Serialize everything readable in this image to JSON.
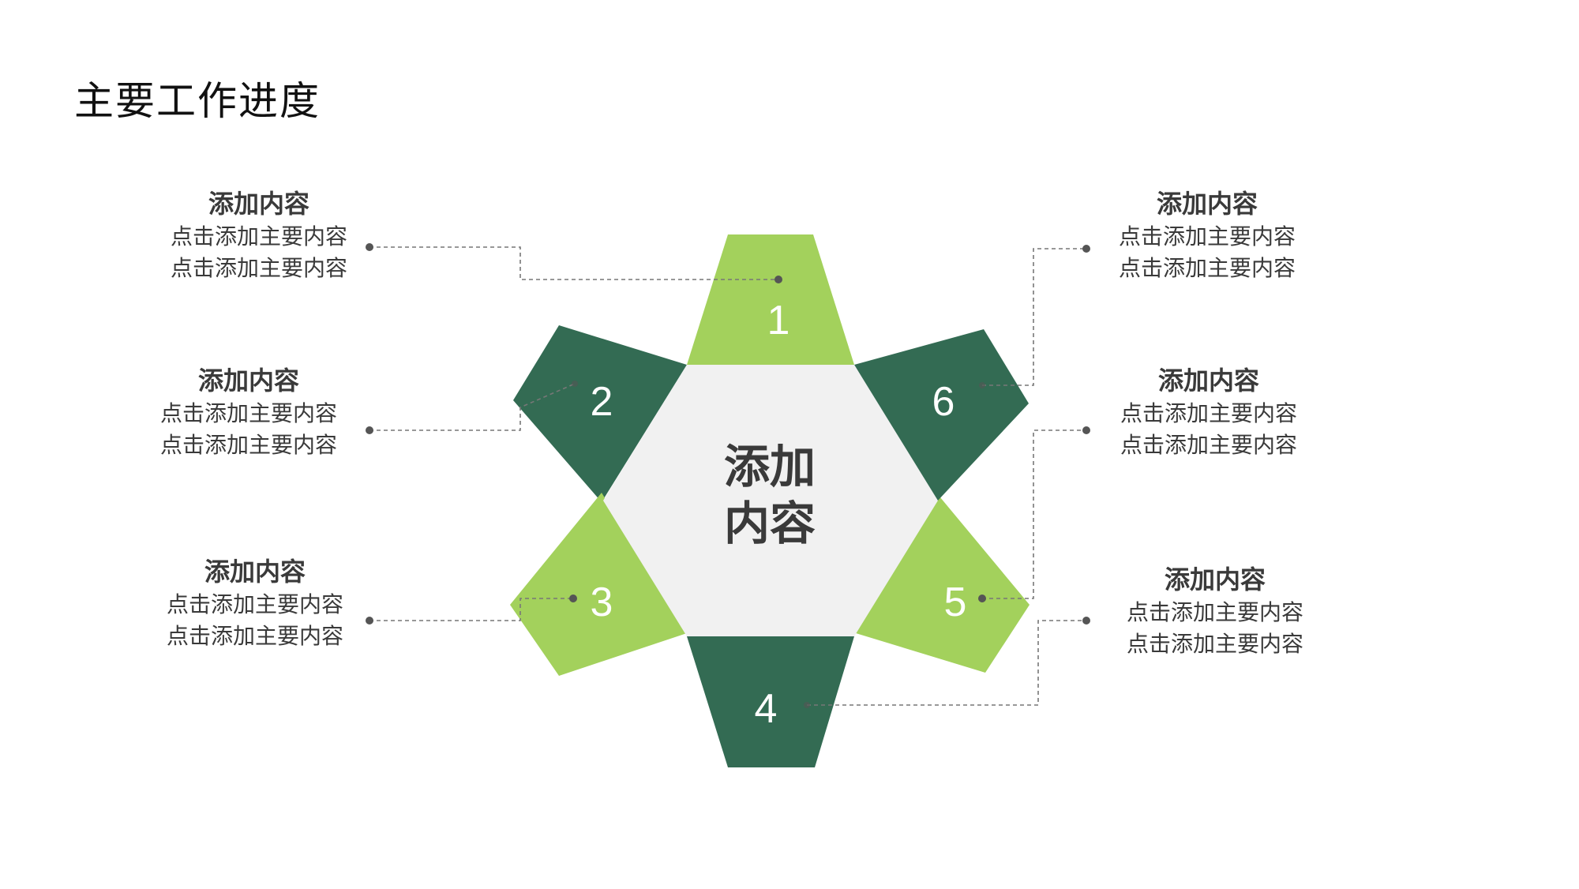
{
  "title": "主要工作进度",
  "center": {
    "line1": "添加",
    "line2": "内容"
  },
  "colors": {
    "light_green": "#a3d15c",
    "dark_green": "#336b53",
    "hex_fill": "#f1f1f1",
    "connector": "#666666"
  },
  "petals": [
    {
      "number": "1",
      "color": "light_green"
    },
    {
      "number": "2",
      "color": "dark_green"
    },
    {
      "number": "3",
      "color": "light_green"
    },
    {
      "number": "4",
      "color": "dark_green"
    },
    {
      "number": "5",
      "color": "light_green"
    },
    {
      "number": "6",
      "color": "dark_green"
    }
  ],
  "items": [
    {
      "heading": "添加内容",
      "line1": "点击添加主要内容",
      "line2": "点击添加主要内容"
    },
    {
      "heading": "添加内容",
      "line1": "点击添加主要内容",
      "line2": "点击添加主要内容"
    },
    {
      "heading": "添加内容",
      "line1": "点击添加主要内容",
      "line2": "点击添加主要内容"
    },
    {
      "heading": "添加内容",
      "line1": "点击添加主要内容",
      "line2": "点击添加主要内容"
    },
    {
      "heading": "添加内容",
      "line1": "点击添加主要内容",
      "line2": "点击添加主要内容"
    },
    {
      "heading": "添加内容",
      "line1": "点击添加主要内容",
      "line2": "点击添加主要内容"
    }
  ]
}
